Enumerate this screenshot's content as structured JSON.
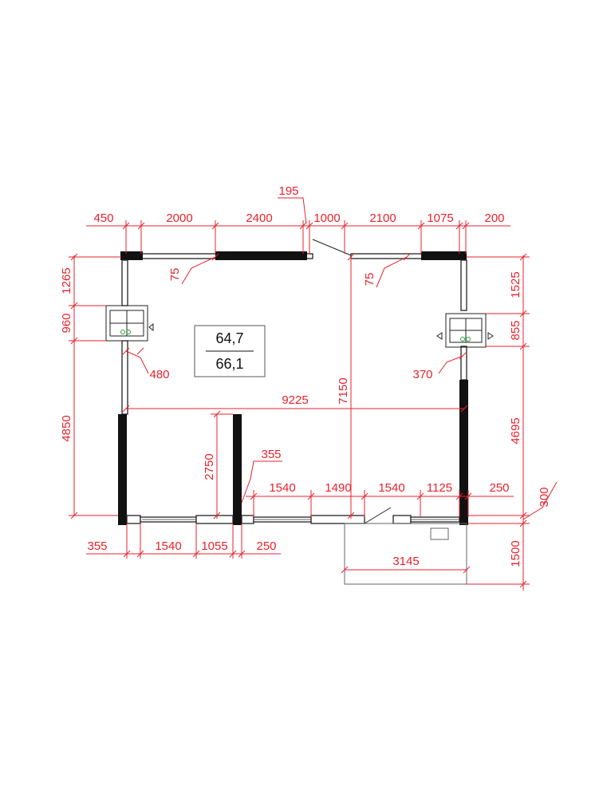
{
  "colors": {
    "dimension": "#e8222c",
    "wall": "#111111",
    "background": "#ffffff"
  },
  "area": {
    "top": "64,7",
    "bottom": "66,1"
  },
  "dims": {
    "top": [
      "450",
      "2000",
      "2400",
      "195",
      "1000",
      "2100",
      "1075",
      "200"
    ],
    "left": [
      "1265",
      "960",
      "4850"
    ],
    "right": [
      "1525",
      "855",
      "4695",
      "300",
      "1500"
    ],
    "inner": [
      "75",
      "75",
      "480",
      "370",
      "9225",
      "7150",
      "2750",
      "355",
      "1540",
      "1490",
      "1540",
      "1125",
      "250"
    ],
    "bottom": [
      "355",
      "1540",
      "1055",
      "250",
      "3145"
    ]
  }
}
